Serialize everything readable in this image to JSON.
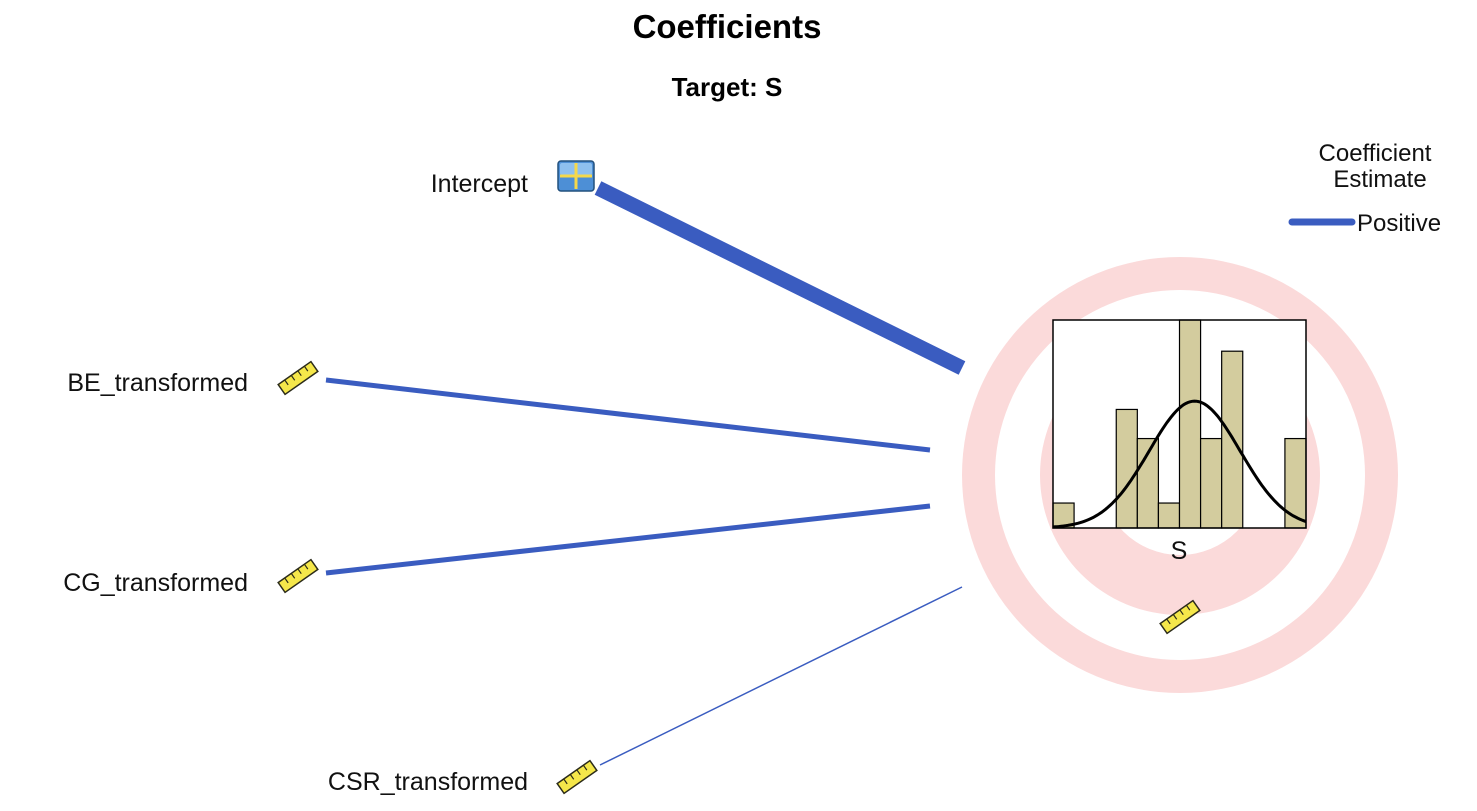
{
  "title": "Coefficients",
  "subtitle": "Target: S",
  "legend": {
    "title_line1": "Coefficient",
    "title_line2": "Estimate",
    "item_label": "Positive",
    "item_color": "#3a5cc0"
  },
  "predictors": [
    {
      "label": "Intercept",
      "icon": "categorical-grid-icon",
      "sign": "positive",
      "weight": "strong"
    },
    {
      "label": "BE_transformed",
      "icon": "ruler-icon",
      "sign": "positive",
      "weight": "medium"
    },
    {
      "label": "CG_transformed",
      "icon": "ruler-icon",
      "sign": "positive",
      "weight": "medium"
    },
    {
      "label": "CSR_transformed",
      "icon": "ruler-icon",
      "sign": "positive",
      "weight": "weak"
    }
  ],
  "target": {
    "label": "S",
    "icon": "ruler-icon",
    "histogram_relative_heights": [
      0.12,
      0,
      0,
      0.57,
      0.43,
      0.12,
      1.0,
      0.43,
      0.85,
      0,
      0,
      0.43
    ],
    "normal_curve": true,
    "bar_color": "#d3cc9e",
    "ring_color": "#fbdada"
  }
}
